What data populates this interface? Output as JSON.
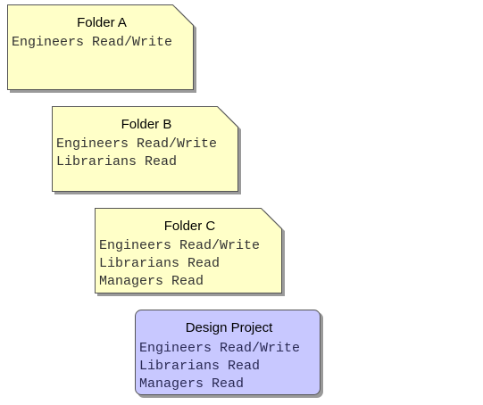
{
  "nodes": {
    "folder_a": {
      "title": "Folder A",
      "lines": [
        "Engineers Read/Write"
      ]
    },
    "folder_b": {
      "title": "Folder B",
      "lines": [
        "Engineers Read/Write",
        "Librarians Read"
      ]
    },
    "folder_c": {
      "title": "Folder C",
      "lines": [
        "Engineers Read/Write",
        "Librarians Read",
        "Managers Read"
      ]
    },
    "design_project": {
      "title": "Design Project",
      "lines": [
        "Engineers Read/Write",
        "Librarians Read",
        "Managers Read"
      ]
    }
  },
  "colors": {
    "folder_fill": "#ffffc8",
    "project_fill": "#c8c8ff",
    "border": "#555555",
    "shadow": "#9a9a9a"
  }
}
